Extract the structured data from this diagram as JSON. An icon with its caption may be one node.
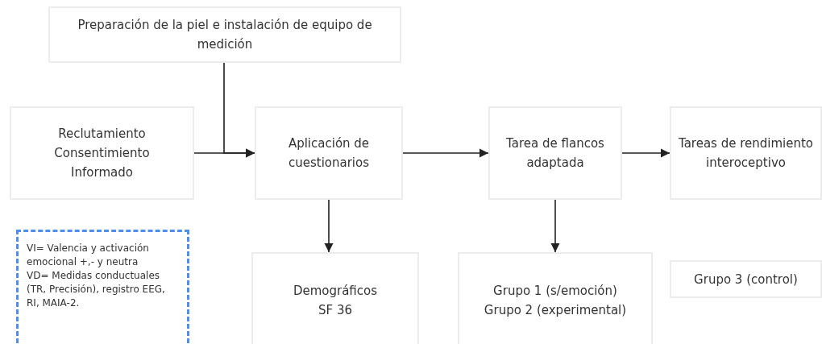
{
  "diagram": {
    "nodes": [
      {
        "text": [
          "Preparación de la piel e instalación de equipo de medición"
        ]
      },
      {
        "text": [
          "Reclutamiento",
          "Consentimiento",
          "Informado"
        ]
      },
      {
        "text": [
          "Aplicación de cuestionarios"
        ]
      },
      {
        "text": [
          "Tarea de flancos adaptada"
        ]
      },
      {
        "text": [
          "Tareas de rendimiento interoceptivo"
        ]
      },
      {
        "text": [
          "VI= Valencia y activación emocional +,- y neutra",
          "VD= Medidas conductuales (TR, Precisión), registro EEG, RI, MAIA-2."
        ]
      },
      {
        "text": [
          "Demográficos",
          "SF 36"
        ]
      },
      {
        "text": [
          "Grupo 1 (s/emoción)",
          "Grupo 2 (experimental)"
        ]
      },
      {
        "text": [
          "Grupo 3 (control)"
        ]
      }
    ],
    "edges": [
      {
        "from": 0,
        "to": 2,
        "arrow": "to"
      },
      {
        "from": 1,
        "to": 2,
        "arrow": "to"
      },
      {
        "from": 2,
        "to": 3,
        "arrow": "to"
      },
      {
        "from": 3,
        "to": 4,
        "arrow": "to"
      },
      {
        "from": 2,
        "to": 6,
        "arrow": "to"
      },
      {
        "from": 3,
        "to": 7,
        "arrow": "to"
      }
    ]
  }
}
